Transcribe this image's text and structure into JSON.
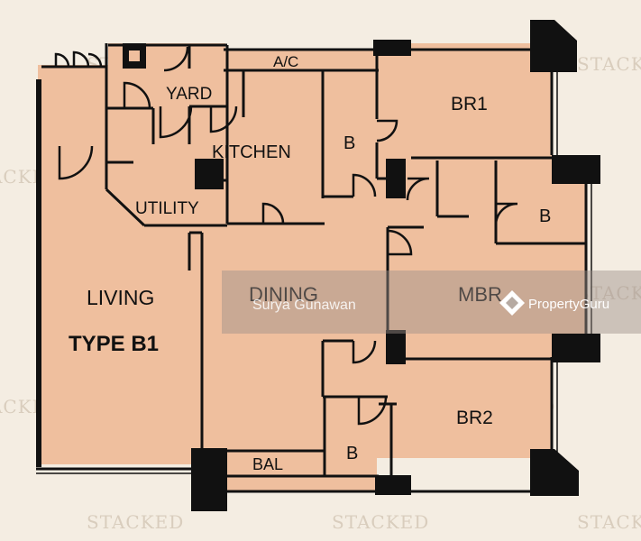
{
  "colors": {
    "floor": "#efbf9e",
    "background": "#f4ede2",
    "wall": "#111111",
    "banner": "#9c8f87"
  },
  "rooms": {
    "ac": "A/C",
    "yard": "YARD",
    "kitchen": "KITCHEN",
    "br1": "BR1",
    "bath1": "B",
    "bath2": "B",
    "bath3": "B",
    "utility": "UTILITY",
    "living": "LIVING",
    "type": "TYPE B1",
    "dining": "DINING",
    "mbr": "MBR",
    "br2": "BR2",
    "bal": "BAL"
  },
  "watermark": "STACKED",
  "banner": {
    "photographer": "Surya Gunawan",
    "brand": "PropertyGuru",
    "brand_icon": "propertyguru-logo-icon"
  }
}
